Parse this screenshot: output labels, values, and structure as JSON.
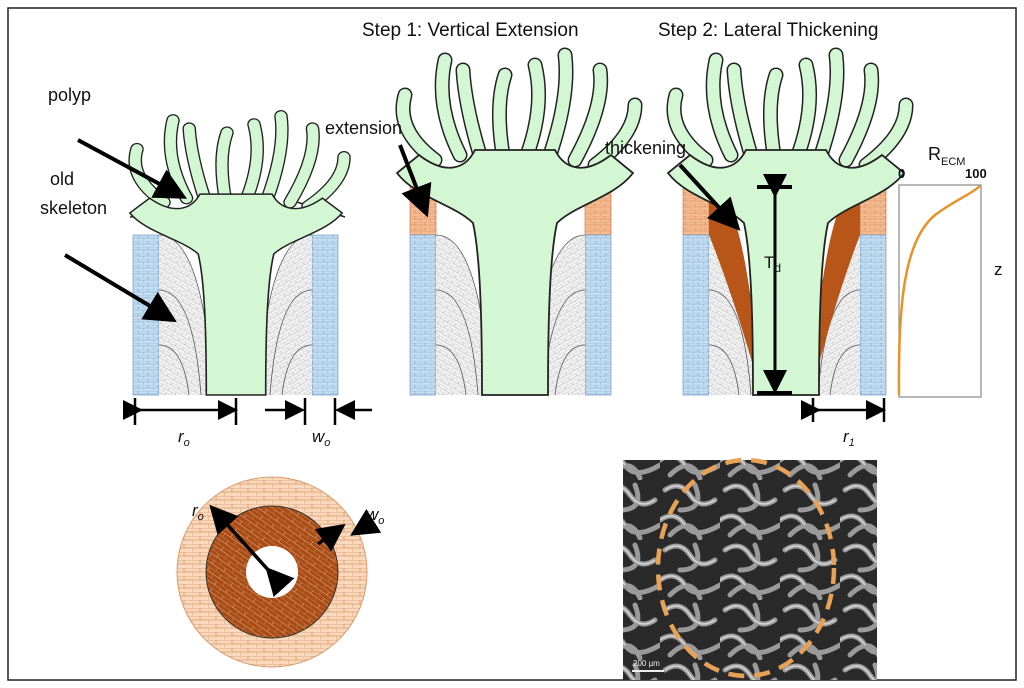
{
  "titles": {
    "step1": "Step 1: Vertical Extension",
    "step2": "Step 2: Lateral Thickening"
  },
  "labels": {
    "polyp": "polyp",
    "old": "old",
    "skeleton": "skeleton",
    "extension": "extension",
    "thickening": "thickening",
    "t_main": "T",
    "t_sub": "d",
    "r0_main": "r",
    "r0_sub": "o",
    "w0_main": "w",
    "w0_sub": "o",
    "r1_main": "r",
    "r1_sub": "1",
    "ring_r_main": "r",
    "ring_r_sub": "o",
    "ring_w_main": "w",
    "ring_w_sub": "o"
  },
  "recm_plot": {
    "title_main": "R",
    "title_sub": "ECM",
    "x_min_label": "0",
    "x_max_label": "100",
    "y_label": "z"
  },
  "sem_image": {
    "scale_bar": "200 µm"
  },
  "colors": {
    "polyp": "#d3f7d3",
    "old_skeleton": "#bcd8ee",
    "extension": "#f2b88c",
    "thickening": "#b8561a",
    "ring_outer": "#f8d5b5",
    "curve": "#e8922a"
  }
}
